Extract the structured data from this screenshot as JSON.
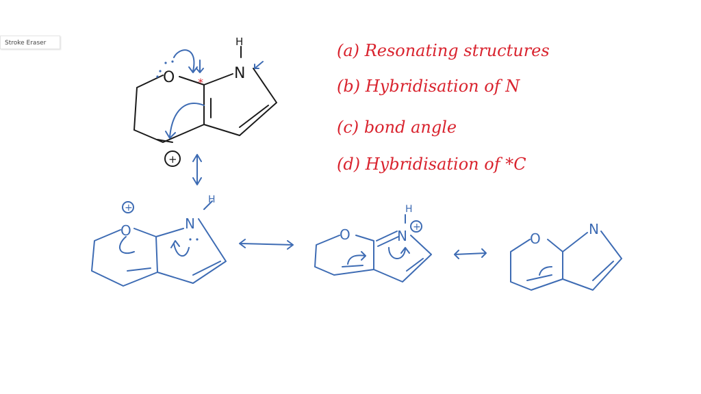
{
  "toolbar": {
    "tooltip_label": "Stroke Eraser"
  },
  "questions": [
    {
      "label": "(a)",
      "text": "Resonating structures"
    },
    {
      "label": "(b)",
      "text": "Hybridisation of N"
    },
    {
      "label": "(c)",
      "text": "bond angle"
    },
    {
      "label": "(d)",
      "text": "Hybridisation of *C"
    }
  ],
  "structures": {
    "main": {
      "atoms": {
        "oxygen": "O",
        "nitrogen": "N",
        "hydrogen": "H",
        "charge": "+",
        "star": "*"
      }
    },
    "resonance_1": {
      "atoms": {
        "oxygen": "O",
        "nitrogen": "N",
        "hydrogen": "H",
        "charge": "+"
      }
    },
    "resonance_2": {
      "atoms": {
        "oxygen": "O",
        "nitrogen": "N",
        "hydrogen": "H",
        "charge": "+"
      }
    },
    "resonance_3": {
      "atoms": {
        "oxygen": "O",
        "nitrogen": "N"
      }
    }
  },
  "colors": {
    "ink_black": "#1a1a1a",
    "ink_blue": "#3d6bb3",
    "ink_red": "#d9232e",
    "background": "#ffffff"
  }
}
